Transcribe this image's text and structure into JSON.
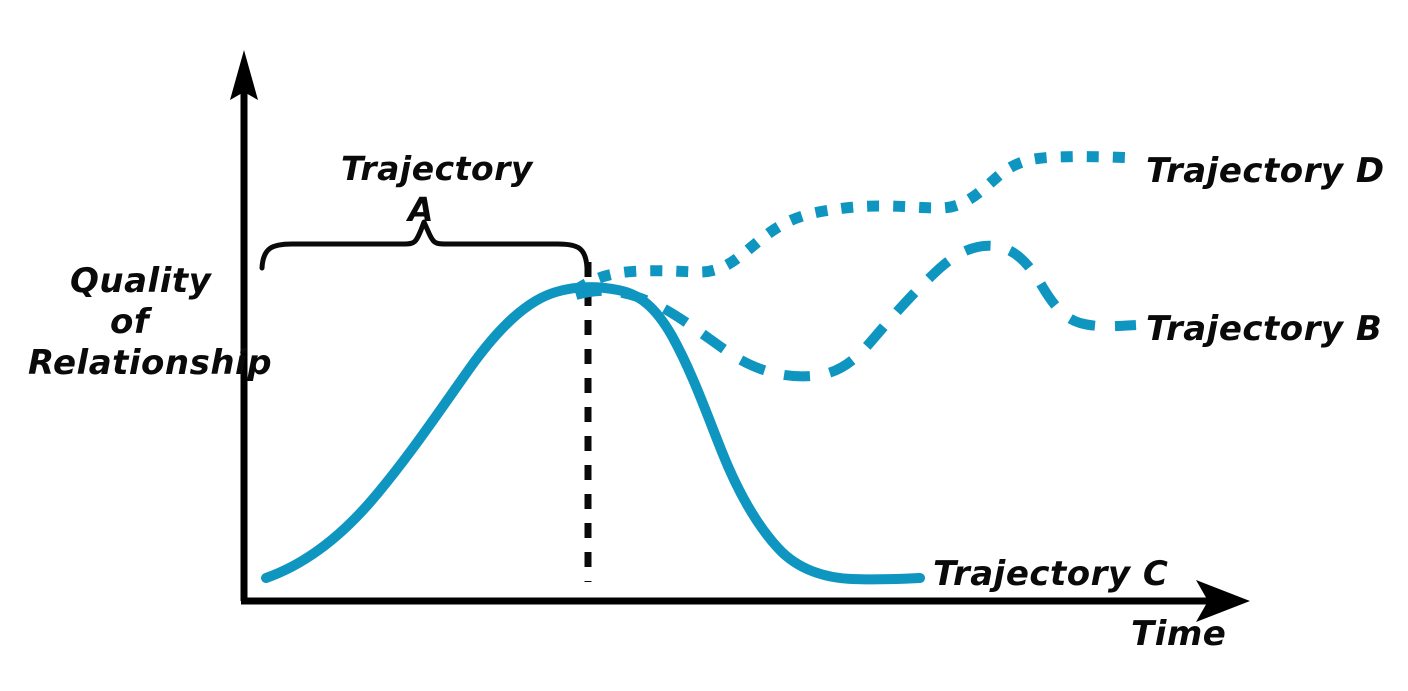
{
  "figure": {
    "background_color": "#ffffff",
    "accent_color": "#0e96c0",
    "ink_color": "#0a0a0a"
  },
  "axes": {
    "y_label_line1": "Quality",
    "y_label_line2": "of",
    "y_label_line3": "Relationship",
    "x_label": "Time"
  },
  "annotations": {
    "brace_label_line1": "Trajectory",
    "brace_label_line2": "A"
  },
  "labels": {
    "trajectory_d": "Trajectory D",
    "trajectory_b": "Trajectory B",
    "trajectory_c": "Trajectory C"
  },
  "chart_data": {
    "type": "line",
    "title": "",
    "xlabel": "Time",
    "ylabel": "Quality of Relationship",
    "xlim": [
      0,
      100
    ],
    "ylim": [
      0,
      100
    ],
    "grid": false,
    "legend_position": "inline-right-of-curve-ends",
    "axis_ticks": {
      "x": [],
      "y": []
    },
    "annotations": [
      {
        "name": "brace-trajectory-a",
        "text": "Trajectory A",
        "type": "curly-brace",
        "x_start": 2,
        "x_end": 34,
        "description": "Curly brace spanning the shared rising phase before divergence"
      },
      {
        "name": "divergence-marker",
        "type": "vertical-dashed-line",
        "x": 34,
        "description": "Dashed vertical line marking the point where trajectories diverge"
      }
    ],
    "series": [
      {
        "name": "Trajectory A",
        "style": "solid",
        "color": "#0e96c0",
        "label_text": "Trajectory A",
        "description": "Shared rising phase: relationship quality climbs steadily from a low start to its peak",
        "x": [
          2,
          8,
          14,
          20,
          26,
          31,
          34,
          37
        ],
        "y": [
          4,
          14,
          26,
          41,
          55,
          64,
          67,
          69
        ]
      },
      {
        "name": "Trajectory C",
        "style": "solid",
        "color": "#0e96c0",
        "label_text": "Trajectory C",
        "description": "After the peak, quality collapses steeply and flattens out near the bottom",
        "x": [
          37,
          41,
          45,
          50,
          56,
          62,
          66,
          68
        ],
        "y": [
          69,
          68,
          62,
          48,
          28,
          10,
          5,
          4
        ]
      },
      {
        "name": "Trajectory B",
        "style": "dashed",
        "color": "#0e96c0",
        "label_text": "Trajectory B",
        "description": "Declines to a trough, rebounds to a secondary peak, then settles at a moderate level",
        "x": [
          35,
          42,
          50,
          57,
          62,
          67,
          72,
          76,
          80,
          85,
          89
        ],
        "y": [
          68,
          62,
          52,
          44,
          40,
          44,
          54,
          62,
          55,
          48,
          48
        ]
      },
      {
        "name": "Trajectory D",
        "style": "dotted",
        "color": "#0e96c0",
        "label_text": "Trajectory D",
        "description": "Continues upward in a stepped pattern, plateauing at the highest quality level",
        "x": [
          35,
          40,
          45,
          50,
          56,
          61,
          66,
          71,
          75,
          80,
          85,
          89
        ],
        "y": [
          70,
          70,
          71,
          74,
          79,
          82,
          82,
          84,
          89,
          92,
          92,
          92
        ]
      }
    ]
  }
}
